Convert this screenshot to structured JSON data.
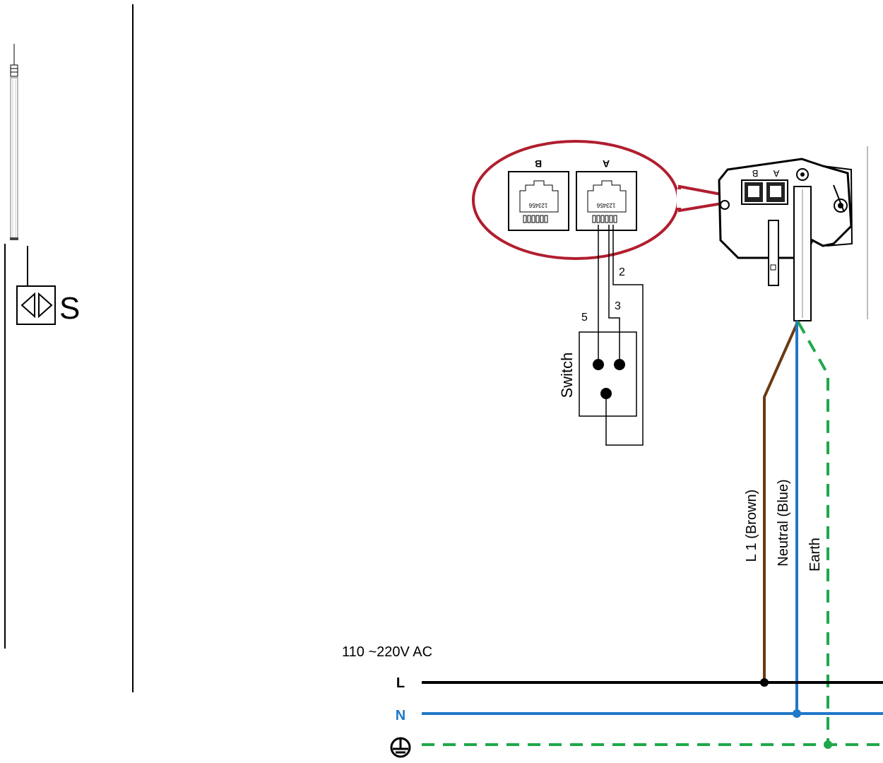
{
  "left_panel": {
    "switch_symbol_label": "S"
  },
  "jacks": {
    "left_label": "B",
    "right_label": "A",
    "pin_numbers": "123456"
  },
  "motor_head": {
    "label_b": "B",
    "label_a": "A"
  },
  "switch": {
    "label": "Switch",
    "wire_labels": [
      "2",
      "3",
      "5"
    ]
  },
  "cable": {
    "l1_label": "L 1 (Brown)",
    "neutral_label": "Neutral (Blue)",
    "earth_label": "Earth"
  },
  "mains": {
    "voltage_label": "110 ~220V AC",
    "line_label": "L",
    "neutral_label": "N"
  },
  "colors": {
    "brown": "#6b3a12",
    "blue": "#1f78c8",
    "green": "#1fa84a",
    "callout": "#b01e2e",
    "black": "#000000"
  },
  "icons": [
    "tubular-motor-icon",
    "two-way-switch-symbol-icon",
    "ground-symbol-icon",
    "rj-jack-icon",
    "motor-head-icon"
  ]
}
